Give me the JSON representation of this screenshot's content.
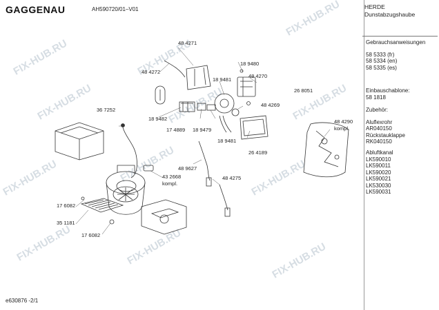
{
  "header": {
    "brand": "GAGGENAU",
    "model": "AH590720/01–V01",
    "category_line1": "HERDE",
    "category_line2": "Dunstabzugshaube"
  },
  "sidebar": {
    "manuals_title": "Gebrauchsanweisungen",
    "manuals": [
      "58 5333 (fr)",
      "58 5334 (en)",
      "58 5335 (es)"
    ],
    "template_title": "Einbauschablone:",
    "template_no": "58 1818",
    "accessories_title": "Zubehör:",
    "accessories": [
      "Aluflexrohr",
      "AR040150",
      "Rückstauklappe",
      "RK040150"
    ],
    "duct_title": "Abluftkanal",
    "ducts": [
      "LK590010",
      "LK590011",
      "LK590020",
      "LK590021",
      "LK530030",
      "LK590031"
    ]
  },
  "parts": {
    "p1": "48 4271",
    "p2": "48 4272",
    "p3": "18 9480",
    "p4": "18 9481",
    "p5": "48 4270",
    "p6": "26 8051",
    "p7": "36 7252",
    "p8": "18 9482",
    "p9": "17 4889",
    "p10": "18 9479",
    "p11": "48 4269",
    "p12": "18 9481",
    "p13": "48 4290",
    "p13b": "kompl.",
    "p14": "26 4189",
    "p15": "48 9627",
    "p16": "43 2668",
    "p16b": "kompl.",
    "p17": "48 4275",
    "p18": "17 6082",
    "p19": "35 1181",
    "p20": "17 6082"
  },
  "footer": {
    "doc_id": "e630876 -2/1"
  },
  "watermark": "FIX-HUB.RU",
  "colors": {
    "line": "#333333",
    "watermark": "#d6dde3"
  }
}
